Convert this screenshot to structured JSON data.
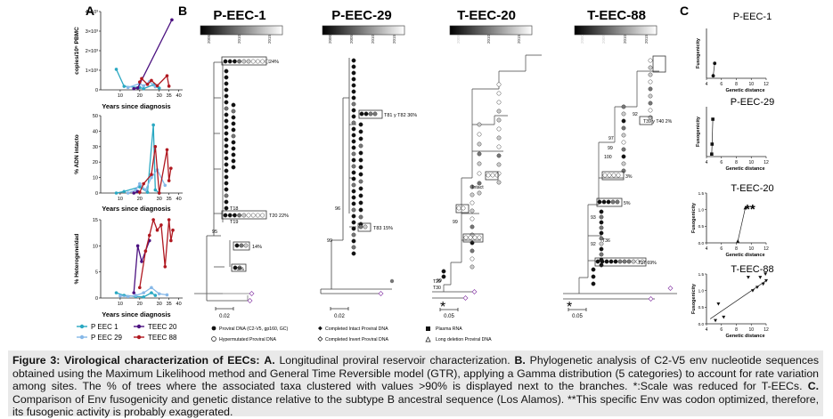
{
  "panels": {
    "a": {
      "letter": "A"
    },
    "b": {
      "letter": "B"
    },
    "c": {
      "letter": "C"
    }
  },
  "panelA": {
    "xlabel": "Years since diagnosis",
    "legend": [
      "P EEC 1",
      "P EEC 29",
      "TEEC 20",
      "TEEC 88"
    ]
  },
  "panelB": {
    "trees": [
      {
        "title": "P-EEC-1",
        "colorbar_ticks": [
          "2005",
          "2010",
          "2015"
        ],
        "scale": "0.02",
        "labels": [
          "24%",
          "T18",
          "T19",
          "T20 22%",
          "14%",
          "3%"
        ],
        "bootstrap": [
          "95"
        ]
      },
      {
        "title": "P-EEC-29",
        "colorbar_ticks": [
          "2000",
          "2005",
          "2010",
          "2015"
        ],
        "scale": "0.02",
        "labels": [
          "T81 y T82 36%",
          "T83 15%"
        ],
        "bootstrap": [
          "96",
          "99"
        ]
      },
      {
        "title": "T-EEC-20",
        "colorbar_ticks": [
          "2005",
          "2010",
          "2015"
        ],
        "scale": "0.05",
        "labels": [
          "Intact",
          "T29",
          "T30"
        ],
        "bootstrap": [
          "99",
          "99"
        ]
      },
      {
        "title": "T-EEC-88",
        "colorbar_ticks": [
          "2000",
          "2005",
          "2010",
          "2015"
        ],
        "scale": "0.05",
        "labels": [
          "T39 y T40 2%",
          "3%",
          "5%",
          "T36",
          "T37 69%"
        ],
        "bootstrap": [
          "97",
          "92",
          "100",
          "99",
          "93",
          "92"
        ]
      }
    ],
    "asterisk": "*",
    "legend": [
      "Proviral DNA (C2-V5, gp160, GC)",
      "Hypermutated Proviral DNA",
      "Completed Intact Proviral DNA",
      "Completed Invert Proviral DNA",
      "Plasma RNA",
      "Long deletion Proviral DNA"
    ]
  },
  "panelC": {
    "xlabel": "Genetic distance",
    "ylabel": "Fusogenicity",
    "annotation": "**"
  },
  "colors": {
    "pEEC1": "#2aa8c2",
    "pEEC29": "#86b8e8",
    "tEEC20": "#4b1180",
    "tEEC88": "#b01820",
    "caption_bg": "#e9e9e9"
  },
  "caption": {
    "fig_label": "Figure 3: Virological characterization of EECs:",
    "a_label": "A.",
    "a_text": "Longitudinal proviral reservoir characterization.",
    "b_label": "B.",
    "b_text": "Phylogenetic analysis of C2-V5 env nucleotide sequences obtained using the Maximum Likelihood method and General Time Reversible model (GTR), applying a Gamma distribution (5 categories) to account for rate variation among sites. The % of trees where the associated taxa clustered with values >90% is displayed next to the branches. *:Scale was reduced for T-EECs.",
    "c_label": "C.",
    "c_text": "Comparison of Env fusogenicity and genetic distance relative to the subtype B ancestral sequence (Los Alamos). **This specific Env was codon optimized, therefore, its fusogenic activity is probably exaggerated."
  },
  "chart_data": [
    {
      "type": "line",
      "title": "",
      "xlabel": "Years since diagnosis",
      "ylabel": "copies/10⁶ PBMC",
      "xlim": [
        0,
        42
      ],
      "ylim": [
        0,
        4000
      ],
      "x_ticks": [
        "10",
        "20",
        "30",
        "35",
        "40"
      ],
      "y_ticks": [
        "0",
        "1×10³",
        "2×10³",
        "3×10³",
        "4×10³"
      ],
      "series": [
        {
          "name": "P EEC 1",
          "color": "#2aa8c2",
          "points": [
            [
              8,
              1050
            ],
            [
              12,
              180
            ],
            [
              20,
              120
            ],
            [
              22,
              60
            ],
            [
              27,
              260
            ],
            [
              29,
              180
            ],
            [
              30,
              90
            ]
          ]
        },
        {
          "name": "P EEC 29",
          "color": "#86b8e8",
          "points": [
            [
              14,
              120
            ],
            [
              20,
              320
            ],
            [
              22,
              200
            ],
            [
              25,
              420
            ],
            [
              28,
              160
            ]
          ]
        },
        {
          "name": "TEEC 20",
          "color": "#4b1180",
          "points": [
            [
              17,
              60
            ],
            [
              19,
              100
            ],
            [
              36.5,
              3580
            ]
          ]
        },
        {
          "name": "TEEC 88",
          "color": "#b01820",
          "points": [
            [
              20,
              400
            ],
            [
              21,
              580
            ],
            [
              24,
              280
            ],
            [
              26,
              480
            ],
            [
              29,
              210
            ],
            [
              34,
              720
            ],
            [
              35,
              190
            ]
          ]
        }
      ]
    },
    {
      "type": "line",
      "title": "",
      "xlabel": "Years since diagnosis",
      "ylabel": "% ADN intacto",
      "xlim": [
        0,
        42
      ],
      "ylim": [
        0,
        50
      ],
      "x_ticks": [
        "10",
        "20",
        "30",
        "35",
        "40"
      ],
      "y_ticks": [
        "0",
        "10",
        "20",
        "30",
        "40",
        "50"
      ],
      "series": [
        {
          "name": "P EEC 1",
          "color": "#2aa8c2",
          "points": [
            [
              8,
              0
            ],
            [
              12,
              1
            ],
            [
              20,
              4
            ],
            [
              24,
              0.5
            ],
            [
              27,
              44
            ],
            [
              28,
              2
            ],
            [
              30,
              0
            ]
          ]
        },
        {
          "name": "P EEC 29",
          "color": "#86b8e8",
          "points": [
            [
              14,
              0
            ],
            [
              18,
              2
            ],
            [
              20,
              6
            ],
            [
              23,
              2
            ],
            [
              26,
              10
            ],
            [
              29,
              15
            ],
            [
              33,
              5
            ]
          ]
        },
        {
          "name": "TEEC 20",
          "color": "#4b1180",
          "points": [
            [
              17,
              0
            ],
            [
              19,
              1
            ]
          ]
        },
        {
          "name": "TEEC 88",
          "color": "#b01820",
          "points": [
            [
              20,
              0.5
            ],
            [
              22,
              6
            ],
            [
              26,
              12
            ],
            [
              28,
              30
            ],
            [
              30,
              0
            ],
            [
              34,
              28
            ],
            [
              35,
              8
            ],
            [
              36,
              16
            ]
          ]
        }
      ]
    },
    {
      "type": "line",
      "title": "",
      "xlabel": "Years since diagnosis",
      "ylabel": "% Heterogeneidad",
      "xlim": [
        0,
        42
      ],
      "ylim": [
        0,
        15
      ],
      "x_ticks": [
        "10",
        "20",
        "30",
        "35",
        "40"
      ],
      "y_ticks": [
        "0",
        "5",
        "10",
        "15"
      ],
      "series": [
        {
          "name": "P EEC 1",
          "color": "#2aa8c2",
          "points": [
            [
              8,
              1
            ],
            [
              12,
              0.5
            ],
            [
              18,
              0.3
            ],
            [
              22,
              0.2
            ],
            [
              26,
              1
            ],
            [
              28,
              0.5
            ]
          ]
        },
        {
          "name": "P EEC 29",
          "color": "#86b8e8",
          "points": [
            [
              10,
              0.4
            ],
            [
              14,
              0.3
            ],
            [
              18,
              0.5
            ],
            [
              22,
              1
            ],
            [
              26,
              2
            ],
            [
              30,
              0.8
            ],
            [
              34,
              0.6
            ]
          ]
        },
        {
          "name": "TEEC 20",
          "color": "#4b1180",
          "points": [
            [
              17,
              1
            ],
            [
              19,
              10
            ],
            [
              21,
              7
            ],
            [
              25,
              11
            ]
          ]
        },
        {
          "name": "TEEC 88",
          "color": "#b01820",
          "points": [
            [
              20,
              2
            ],
            [
              23,
              9
            ],
            [
              25,
              12
            ],
            [
              27,
              15
            ],
            [
              29,
              13
            ],
            [
              31,
              14
            ],
            [
              33,
              6
            ],
            [
              35,
              15
            ],
            [
              36,
              11
            ],
            [
              37,
              13
            ]
          ]
        }
      ]
    },
    {
      "type": "scatter",
      "title": "P-EEC-1",
      "xlabel": "Genetic distance",
      "ylabel": "Fusogenicity",
      "xlim": [
        4,
        12
      ],
      "ylim": [
        0,
        2
      ],
      "x_ticks": [
        "4",
        "6",
        "8",
        "10",
        "12"
      ],
      "points": [
        [
          4.9,
          0.1
        ],
        [
          5.1,
          0.6
        ]
      ]
    },
    {
      "type": "scatter",
      "title": "P-EEC-29",
      "xlabel": "Genetic distance",
      "ylabel": "Fusogenicity",
      "xlim": [
        4,
        12
      ],
      "ylim": [
        0,
        2
      ],
      "x_ticks": [
        "4",
        "6",
        "8",
        "10",
        "12"
      ],
      "points": [
        [
          4.7,
          0.1
        ],
        [
          4.75,
          0.5
        ],
        [
          4.85,
          1.5
        ]
      ]
    },
    {
      "type": "scatter",
      "title": "T-EEC-20",
      "xlabel": "Genetic distance",
      "ylabel": "Fusogenicity",
      "xlim": [
        4,
        12
      ],
      "ylim": [
        0,
        1.5
      ],
      "x_ticks": [
        "4",
        "6",
        "8",
        "10",
        "12"
      ],
      "y_ticks": [
        "0.0",
        "0.5",
        "1.0",
        "1.5"
      ],
      "points": [
        [
          8.2,
          0.05
        ],
        [
          9.2,
          1.05
        ]
      ]
    },
    {
      "type": "scatter",
      "title": "T-EEC-88",
      "xlabel": "Genetic distance",
      "ylabel": "Fusogenicity",
      "xlim": [
        4,
        12
      ],
      "ylim": [
        0,
        1.5
      ],
      "x_ticks": [
        "4",
        "6",
        "8",
        "10",
        "12"
      ],
      "y_ticks": [
        "0.0",
        "0.5",
        "1.0",
        "1.5"
      ],
      "points": [
        [
          5.2,
          0.1
        ],
        [
          5.6,
          0.6
        ],
        [
          6.3,
          0.2
        ],
        [
          9.6,
          1.4
        ],
        [
          10.2,
          1.0
        ],
        [
          10.8,
          1.1
        ],
        [
          11.2,
          1.4
        ],
        [
          11.6,
          1.2
        ],
        [
          12.0,
          1.3
        ],
        [
          11.9,
          1.5
        ]
      ],
      "trend": [
        [
          4.5,
          0.15
        ],
        [
          12,
          1.3
        ]
      ]
    }
  ]
}
